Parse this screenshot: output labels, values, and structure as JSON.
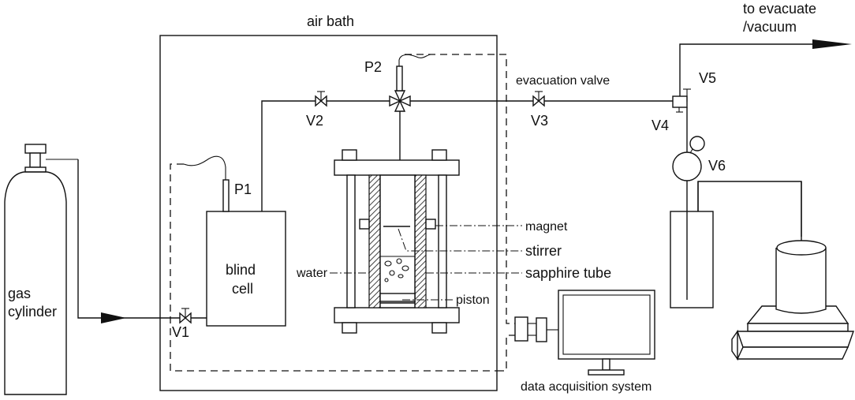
{
  "labels": {
    "air_bath": "air bath",
    "to_evacuate_1": "to evacuate",
    "to_evacuate_2": "/vacuum",
    "evacuation_valve": "evacuation valve",
    "gas_cylinder_1": "gas",
    "gas_cylinder_2": "cylinder",
    "blind_cell_1": "blind",
    "blind_cell_2": "cell",
    "water": "water",
    "magnet": "magnet",
    "stirrer": "stirrer",
    "sapphire_tube": "sapphire tube",
    "piston": "piston",
    "data_acquisition": "data acquisition system",
    "p1": "P1",
    "p2": "P2",
    "v1": "V1",
    "v2": "V2",
    "v3": "V3",
    "v4": "V4",
    "v5": "V5",
    "v6": "V6"
  },
  "colors": {
    "line": "#111111",
    "background": "#ffffff"
  }
}
